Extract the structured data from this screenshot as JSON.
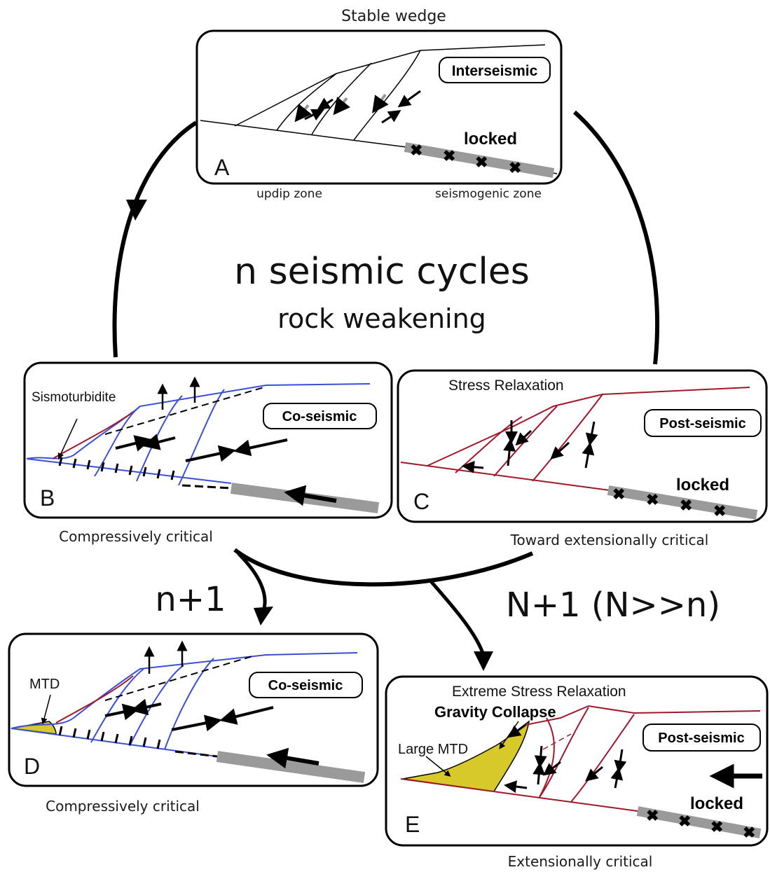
{
  "cycle": {
    "top_title": "Stable wedge",
    "main_title": "n seismic cycles",
    "sub_title": "rock weakening",
    "branch_left": "n+1",
    "branch_right": "N+1 (N>>n)"
  },
  "panels": {
    "A": {
      "letter": "A",
      "badge": "Interseismic",
      "locked": "locked",
      "left_zone": "updip zone",
      "right_zone": "seismogenic zone"
    },
    "B": {
      "letter": "B",
      "badge": "Co-seismic",
      "annotation": "Sismoturbidite",
      "caption": "Compressively critical"
    },
    "C": {
      "letter": "C",
      "badge": "Post-seismic",
      "header": "Stress Relaxation",
      "locked": "locked",
      "caption": "Toward extensionally critical"
    },
    "D": {
      "letter": "D",
      "badge": "Co-seismic",
      "annotation": "MTD",
      "caption": "Compressively critical"
    },
    "E": {
      "letter": "E",
      "badge": "Post-seismic",
      "header": "Extreme Stress Relaxation",
      "collapse": "Gravity Collapse",
      "annotation": "Large MTD",
      "locked": "locked",
      "caption": "Extensionally critical"
    }
  },
  "colors": {
    "blue_fault": "#3a4fd8",
    "red_fault": "#a0182a",
    "mtd_fill": "#d8c92a",
    "locked_band": "#9a9a9a"
  }
}
